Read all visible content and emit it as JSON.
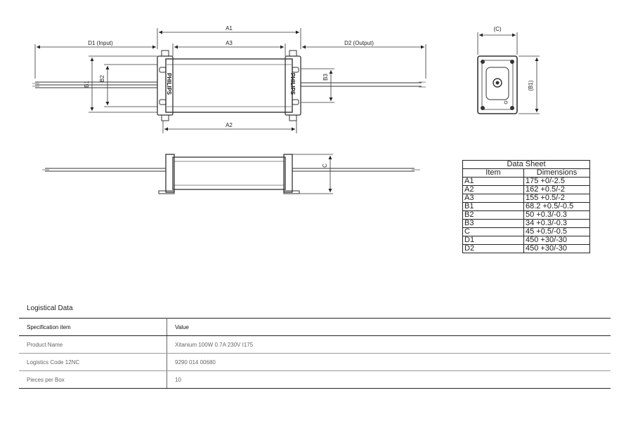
{
  "drawing": {
    "labels": {
      "a1": "A1",
      "a2": "A2",
      "a3": "A3",
      "d1": "D1 (Input)",
      "d2": "D2 (Output)",
      "b1": "B1",
      "b2": "B2",
      "b3": "B3",
      "c": "C",
      "c_paren": "(C)",
      "b1_paren": "(B1)"
    },
    "brand": "PHILIPS"
  },
  "datasheet": {
    "title": "Data Sheet",
    "col_item": "Item",
    "col_dim": "Dimensions",
    "rows": [
      {
        "item": "A1",
        "dim": "175 +0/-2.5"
      },
      {
        "item": "A2",
        "dim": "162 +0.5/-2"
      },
      {
        "item": "A3",
        "dim": "155 +0.5/-2"
      },
      {
        "item": "B1",
        "dim": "68.2 +0.5/-0.5"
      },
      {
        "item": "B2",
        "dim": "50 +0.3/-0.3"
      },
      {
        "item": "B3",
        "dim": "34 +0.3/-0.3"
      },
      {
        "item": "C",
        "dim": "45 +0.5/-0.5"
      },
      {
        "item": "D1",
        "dim": "450 +30/-30"
      },
      {
        "item": "D2",
        "dim": "450 +30/-30"
      }
    ]
  },
  "logistics": {
    "title": "Logistical Data",
    "head": {
      "c1": "Specification item",
      "c2": "Value"
    },
    "rows": [
      {
        "c1": "Product Name",
        "c2": "Xitanium 100W 0.7A 230V I175"
      },
      {
        "c1": "Logistics Code 12NC",
        "c2": "9290 014 00680"
      },
      {
        "c1": "Pieces per Box",
        "c2": "10"
      }
    ]
  }
}
